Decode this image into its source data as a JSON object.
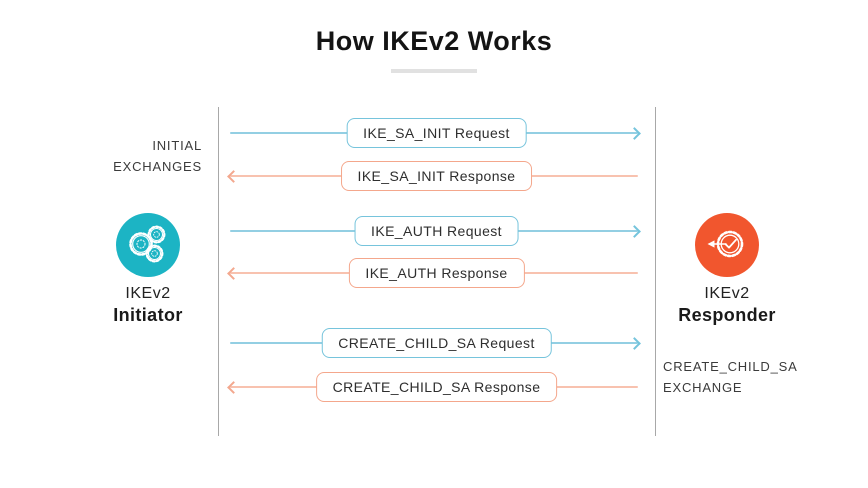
{
  "title": "How IKEv2 Works",
  "colors": {
    "initiator_circle": "#1cb4c4",
    "responder_circle": "#f1562e",
    "request_arrow": "#76c4dc",
    "response_arrow": "#f4a78c",
    "channel_line": "#a8a8a8",
    "title_underline": "#e1e1e1"
  },
  "initiator": {
    "name": "IKEv2",
    "role": "Initiator",
    "icon": "gears-icon"
  },
  "responder": {
    "name": "IKEv2",
    "role": "Responder",
    "icon": "verified-badge-icon"
  },
  "section_labels": {
    "initial": {
      "line1": "INITIAL",
      "line2": "EXCHANGES"
    },
    "create_child_sa": {
      "line1": "CREATE_CHILD_SA",
      "line2": "EXCHANGE"
    }
  },
  "messages": [
    {
      "label": "IKE_SA_INIT Request",
      "direction": "initiator-to-responder",
      "color": "blue"
    },
    {
      "label": "IKE_SA_INIT Response",
      "direction": "responder-to-initiator",
      "color": "orange"
    },
    {
      "label": "IKE_AUTH Request",
      "direction": "initiator-to-responder",
      "color": "blue"
    },
    {
      "label": "IKE_AUTH Response",
      "direction": "responder-to-initiator",
      "color": "orange"
    },
    {
      "label": "CREATE_CHILD_SA Request",
      "direction": "initiator-to-responder",
      "color": "blue"
    },
    {
      "label": "CREATE_CHILD_SA Response",
      "direction": "responder-to-initiator",
      "color": "orange"
    }
  ]
}
